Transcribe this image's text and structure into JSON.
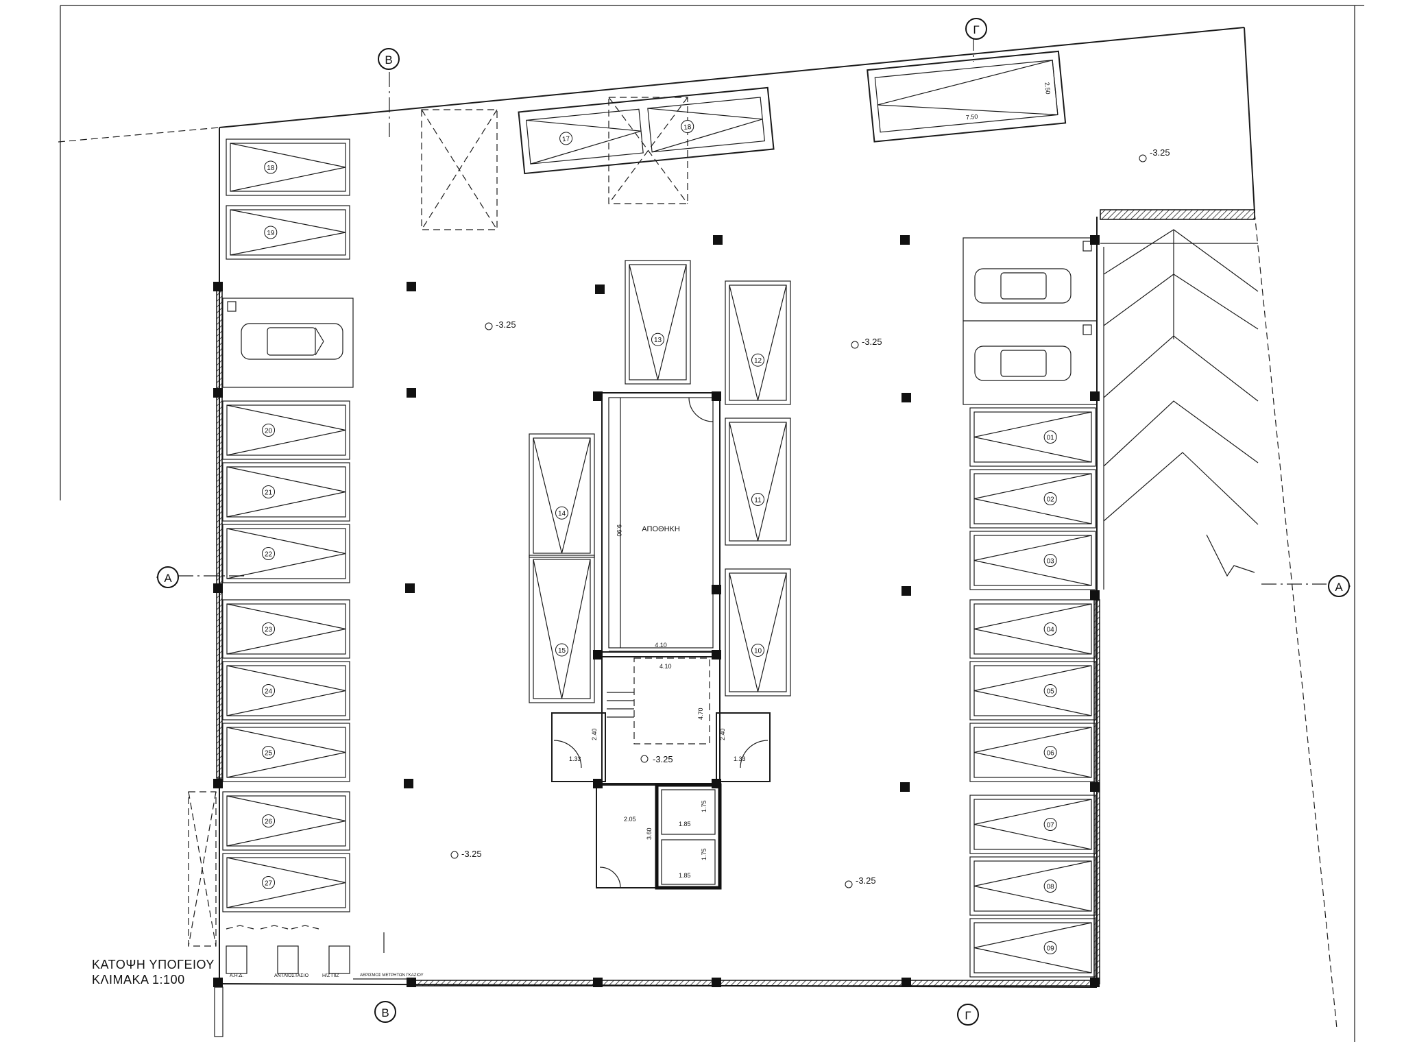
{
  "title": {
    "line1": "ΚΑΤΟΨΗ ΥΠΟΓΕΙΟΥ",
    "line2": "ΚΛΙΜΑΚΑ 1:100"
  },
  "storage_label": "ΑΠΟΘΗΚΗ",
  "section_markers": {
    "a": "Α",
    "b": "Β",
    "g": "Γ"
  },
  "levels": [
    "-3.25",
    "-3.25",
    "-3.25",
    "-3.25",
    "-3.25",
    "-3.25"
  ],
  "spaces": {
    "top_row": [
      "17",
      "18"
    ],
    "left_upper": [
      "18",
      "19"
    ],
    "left_column": [
      "20",
      "21",
      "22",
      "23",
      "24",
      "25",
      "26",
      "27"
    ],
    "center_left": [
      "13",
      "14",
      "15"
    ],
    "center_right": [
      "12",
      "11",
      "10"
    ],
    "right_column": [
      "01",
      "02",
      "03",
      "04",
      "05",
      "06",
      "07",
      "08",
      "09"
    ]
  },
  "dimensions": {
    "top_space_length": "7.50",
    "top_space_width": "2.50",
    "storage_length": "9.90",
    "storage_width": "4.10",
    "stair_1": "4.10",
    "stair_2": "4.70",
    "lobby_left_h": "2.40",
    "lobby_left_w": "1.33",
    "lobby_right_h": "2.40",
    "lobby_right_w": "1.33",
    "lift_lobby_w": "2.05",
    "lift_lobby_h": "3.60",
    "lift_1_w": "1.85",
    "lift_1_h": "1.75",
    "lift_2_w": "1.85",
    "lift_2_h": "1.75"
  },
  "legend_notes": {
    "vent_note": "ΑΕΡΙΣΜΟΣ ΜΕΤΡΗΤΩΝ ΓΚΑΖΙΟΥ",
    "room_a": "Α.Η.Δ.",
    "room_b": "ΑΝΤΛΙΟΣΤΑΣΙΟ",
    "room_c": "Η/Ζ ΠΙΖ"
  }
}
